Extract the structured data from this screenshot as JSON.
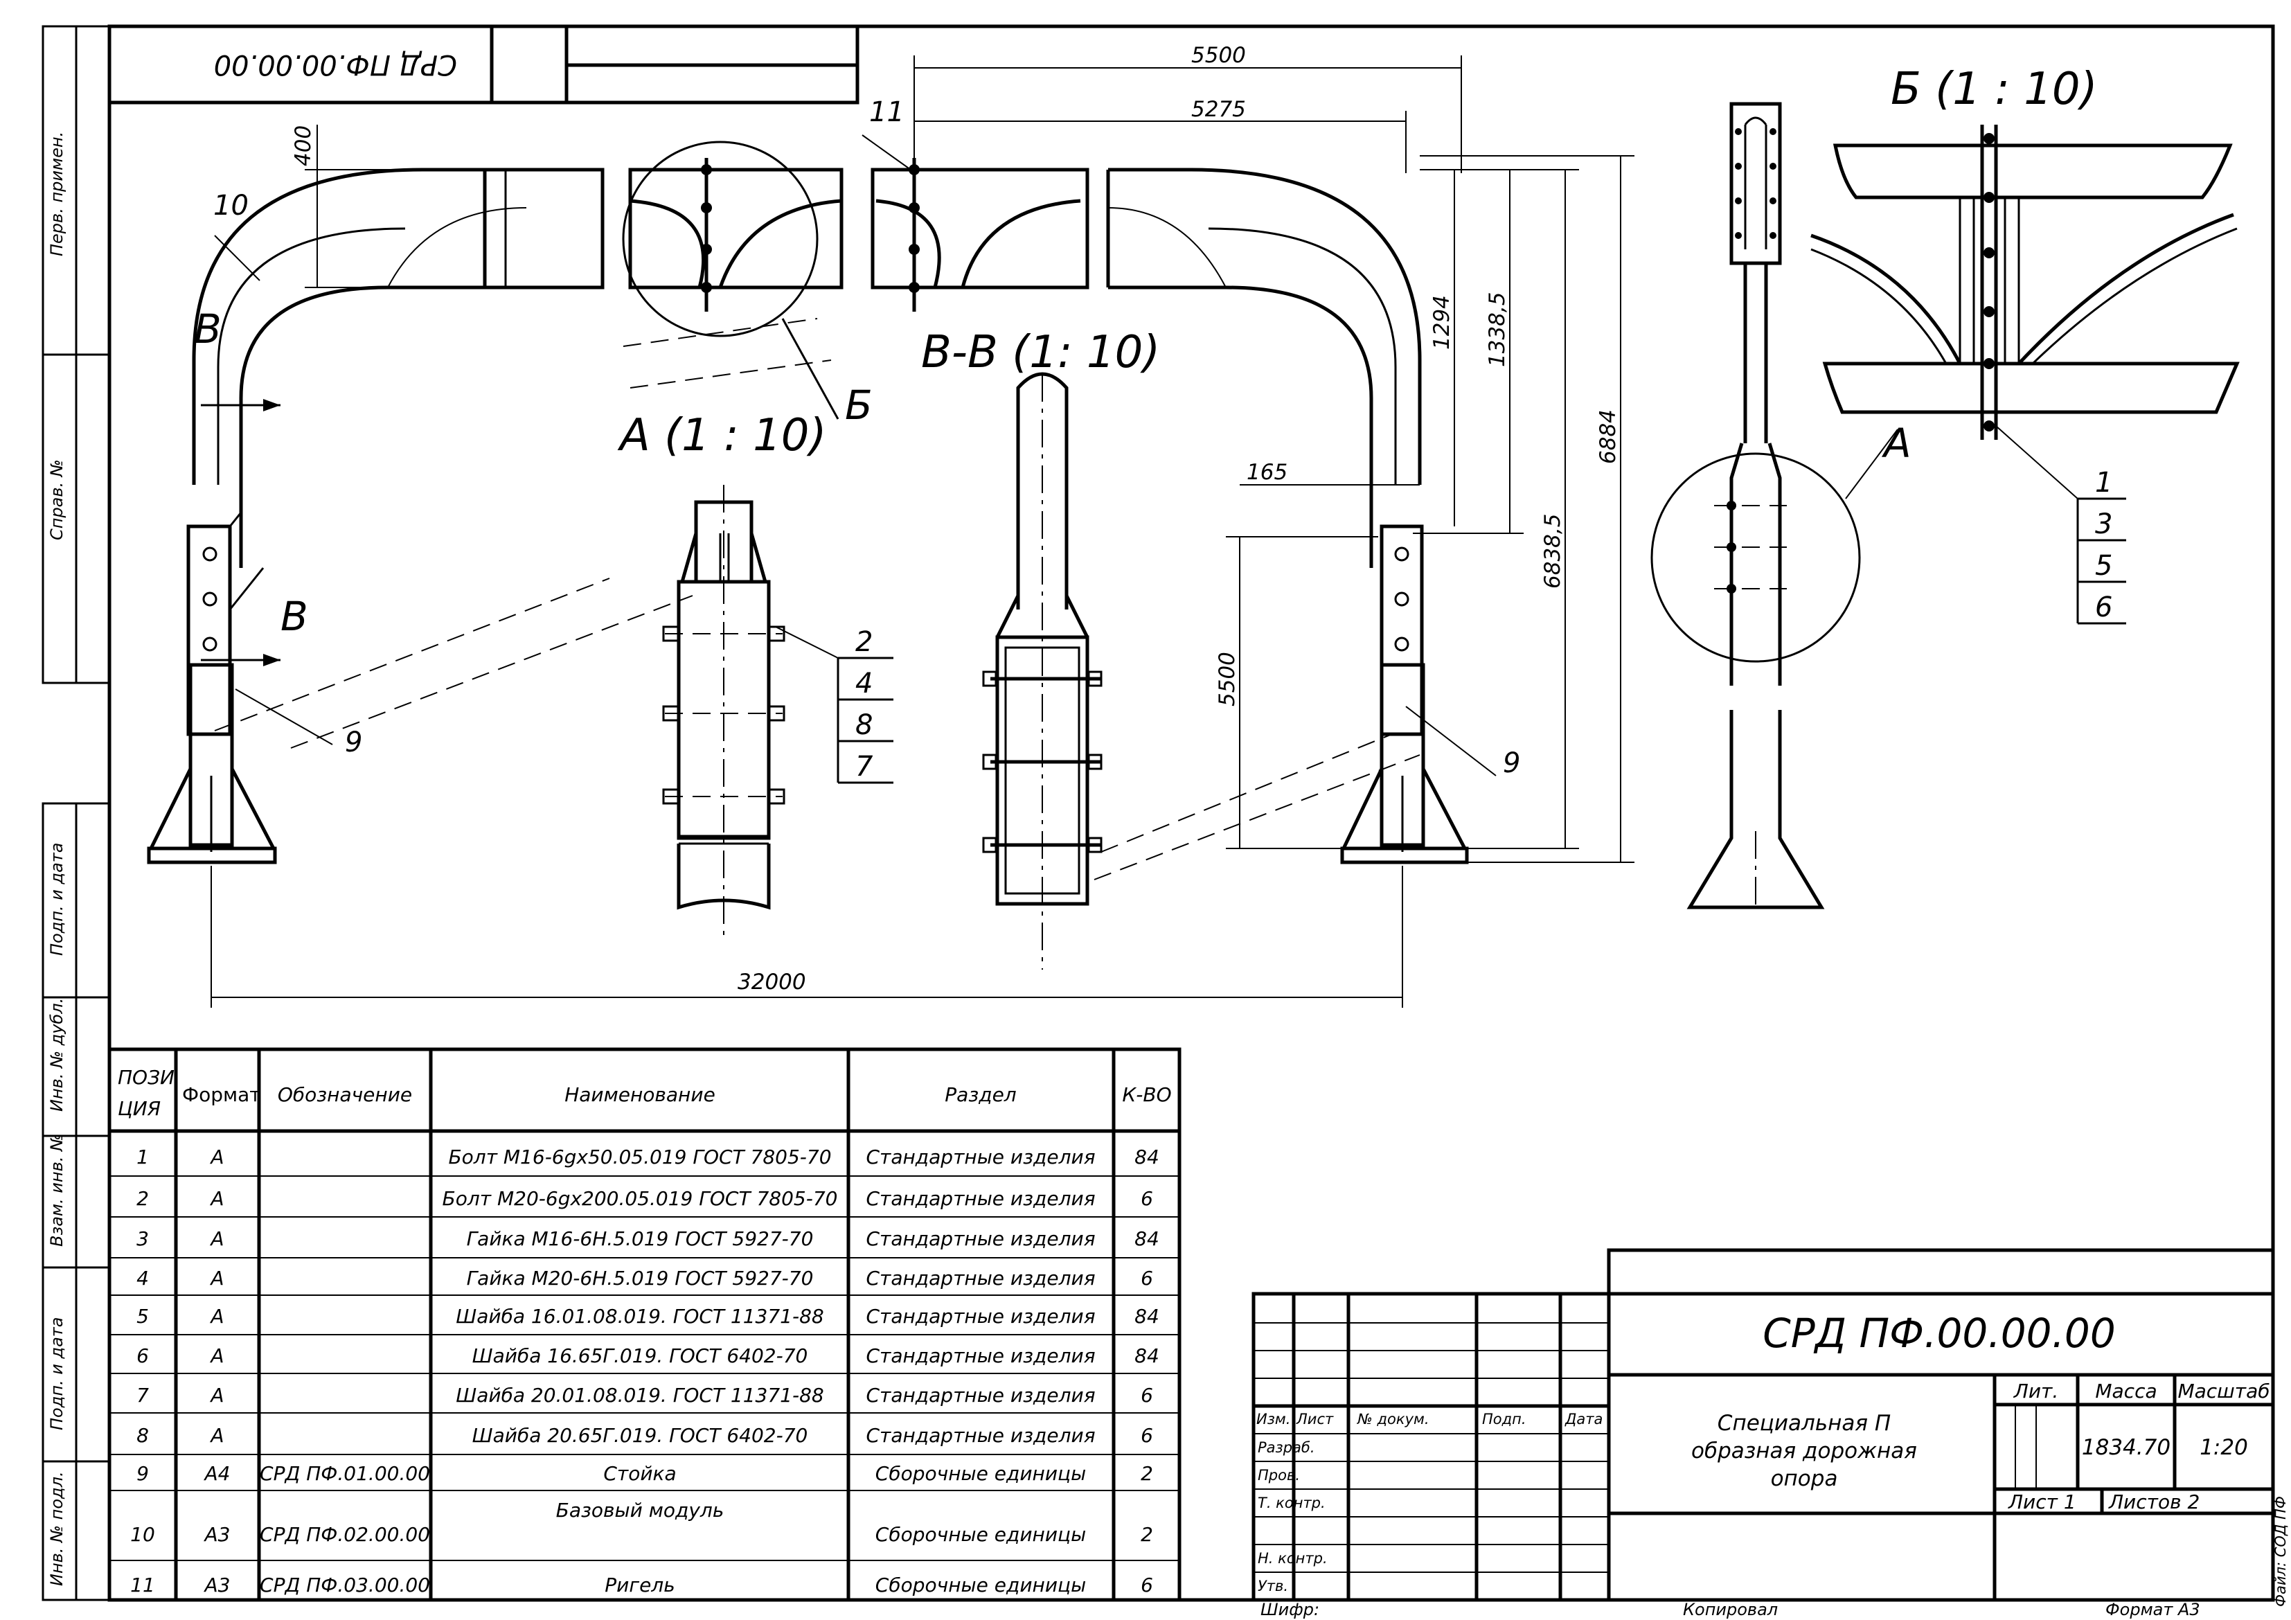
{
  "stamp_code": "СРД ПФ.00.00.00",
  "side_labels": [
    "Перв. примен.",
    "Справ. №",
    "Подп. и дата",
    "Инв. № дубл.",
    "Взам. инв. №",
    "Подп. и дата",
    "Инв. № подл."
  ],
  "views": {
    "view_a": "А  (1 : 10)",
    "view_b": "Б  (1 : 10)",
    "view_vv": "В-В  (1: 10)",
    "section_mark": "В",
    "mark_a": "А",
    "mark_b": "Б"
  },
  "dimensions": {
    "d5500_top": "5500",
    "d5275": "5275",
    "d400": "400",
    "d1294": "1294",
    "d1338": "1338,5",
    "d6838": "6838,5",
    "d6884": "6884",
    "d165": "165",
    "d5500_left": "5500",
    "d32000": "32000"
  },
  "positions": {
    "p10": "10",
    "p11": "11",
    "p9a": "9",
    "p9b": "9",
    "a_list": [
      "2",
      "4",
      "8",
      "7"
    ],
    "b_list": [
      "1",
      "3",
      "5",
      "6"
    ]
  },
  "bom": {
    "headers": {
      "pos1": "ПОЗИ",
      "pos2": "ЦИЯ",
      "format": "Формат",
      "designation": "Обозначение",
      "name": "Наименование",
      "section": "Раздел",
      "qty": "К-ВО"
    },
    "rows": [
      {
        "pos": "1",
        "fmt": "А",
        "des": "",
        "name": "Болт М16-6gx50.05.019 ГОСТ 7805-70",
        "sec": "Стандартные изделия",
        "qty": "84"
      },
      {
        "pos": "2",
        "fmt": "А",
        "des": "",
        "name": "Болт М20-6gx200.05.019 ГОСТ 7805-70",
        "sec": "Стандартные изделия",
        "qty": "6"
      },
      {
        "pos": "3",
        "fmt": "А",
        "des": "",
        "name": "Гайка М16-6Н.5.019 ГОСТ 5927-70",
        "sec": "Стандартные изделия",
        "qty": "84"
      },
      {
        "pos": "4",
        "fmt": "А",
        "des": "",
        "name": "Гайка М20-6Н.5.019 ГОСТ 5927-70",
        "sec": "Стандартные изделия",
        "qty": "6"
      },
      {
        "pos": "5",
        "fmt": "А",
        "des": "",
        "name": "Шайба 16.01.08.019. ГОСТ 11371-88",
        "sec": "Стандартные изделия",
        "qty": "84"
      },
      {
        "pos": "6",
        "fmt": "А",
        "des": "",
        "name": "Шайба 16.65Г.019. ГОСТ 6402-70",
        "sec": "Стандартные изделия",
        "qty": "84"
      },
      {
        "pos": "7",
        "fmt": "А",
        "des": "",
        "name": "Шайба 20.01.08.019. ГОСТ 11371-88",
        "sec": "Стандартные изделия",
        "qty": "6"
      },
      {
        "pos": "8",
        "fmt": "А",
        "des": "",
        "name": "Шайба 20.65Г.019. ГОСТ 6402-70",
        "sec": "Стандартные изделия",
        "qty": "6"
      },
      {
        "pos": "9",
        "fmt": "А4",
        "des": "СРД ПФ.01.00.00",
        "name": "Стойка",
        "sec": "Сборочные единицы",
        "qty": "2"
      },
      {
        "pos": "10",
        "fmt": "А3",
        "des": "СРД ПФ.02.00.00",
        "name": "Базовый модуль",
        "sec": "Сборочные единицы",
        "qty": "2"
      },
      {
        "pos": "11",
        "fmt": "А3",
        "des": "СРД ПФ.03.00.00",
        "name": "Ригель",
        "sec": "Сборочные единицы",
        "qty": "6"
      }
    ]
  },
  "title_block": {
    "code": "СРД ПФ.00.00.00",
    "name1": "Специальная П",
    "name2": "образная дорожная",
    "name3": "опора",
    "lit": "Лит.",
    "mass_label": "Масса",
    "scale_label": "Масштаб",
    "mass": "1834.70",
    "scale": "1:20",
    "sheet": "Лист 1",
    "sheets": "Листов 2",
    "col_izm": "Изм.",
    "col_list": "Лист",
    "col_doc": "№ докум.",
    "col_sign": "Подп.",
    "col_date": "Дата",
    "razrab": "Разраб.",
    "prov": "Пров.",
    "tkontr": "Т. контр.",
    "nkontr": "Н. контр.",
    "utv": "Утв.",
    "file": "Файл: СОД ПФ"
  },
  "footer": {
    "cipher": "Шифр:",
    "copied": "Копировал",
    "format": "Формат А3"
  }
}
